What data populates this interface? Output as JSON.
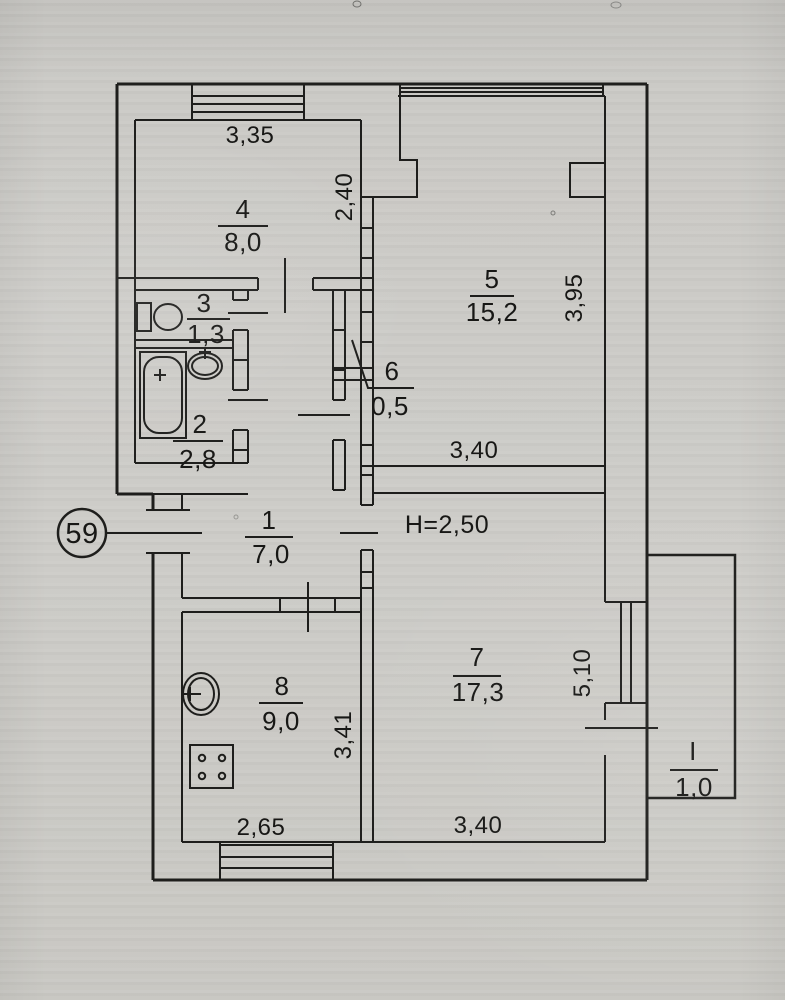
{
  "document": {
    "kind": "scanned apartment floor plan",
    "paper_color": "#cbcac6",
    "ink_color": "#1e1e1c"
  },
  "labels": {
    "apartment_number": "59",
    "ceiling_height": "H=2,50"
  },
  "rooms": {
    "r1": {
      "number": "1",
      "area": "7,0"
    },
    "r2": {
      "number": "2",
      "area": "2,8"
    },
    "r3": {
      "number": "3",
      "area": "1,3"
    },
    "r4": {
      "number": "4",
      "area": "8,0"
    },
    "r5": {
      "number": "5",
      "area": "15,2"
    },
    "r6": {
      "number": "6",
      "area": "0,5"
    },
    "r7": {
      "number": "7",
      "area": "17,3"
    },
    "r8": {
      "number": "8",
      "area": "9,0"
    },
    "balcony": {
      "number": "I",
      "area": "1,0"
    }
  },
  "dimensions": {
    "room4_top_width": "3,35",
    "room4_side": "2,40",
    "room5_side": "3,95",
    "room5_bottom_width": "3,40",
    "room7_side": "5,10",
    "room7_bottom_width": "3,40",
    "room8_side": "3,41",
    "room8_bottom_width": "2,65"
  },
  "fixtures": {
    "toilet": "toilet",
    "bathtub": "bathtub",
    "bath_sink": "wash basin",
    "kitchen_sink": "kitchen sink",
    "stove": "stove 4-burner"
  }
}
